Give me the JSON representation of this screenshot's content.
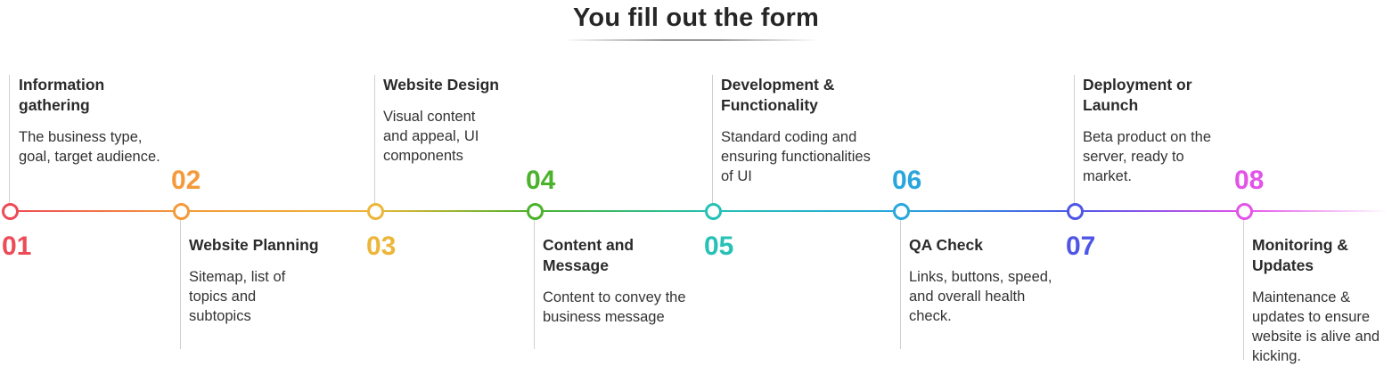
{
  "title": "You fill out the form",
  "steps": [
    {
      "number": "01",
      "color": "#ec4b57",
      "heading": "Information gathering",
      "description": "The business type, goal, target audience."
    },
    {
      "number": "02",
      "color": "#f49a3c",
      "heading": "Website Planning",
      "description": "Sitemap, list of topics and subtopics"
    },
    {
      "number": "03",
      "color": "#ecb63a",
      "heading": "Website Design",
      "description": "Visual content and appeal, UI components"
    },
    {
      "number": "04",
      "color": "#4bb22c",
      "heading": "Content and Message",
      "description": "Content to convey the business message"
    },
    {
      "number": "05",
      "color": "#27c1b6",
      "heading": "Development & Functionality",
      "description": "Standard coding and ensuring functionalities of UI"
    },
    {
      "number": "06",
      "color": "#2aa6dd",
      "heading": "QA Check",
      "description": "Links, buttons, speed, and overall health check."
    },
    {
      "number": "07",
      "color": "#4f56e6",
      "heading": "Deployment or Launch",
      "description": "Beta product on the server, ready to market."
    },
    {
      "number": "08",
      "color": "#e254e8",
      "heading": "Monitoring & Updates",
      "description": "Maintenance & updates to ensure website is alive and kicking."
    }
  ]
}
